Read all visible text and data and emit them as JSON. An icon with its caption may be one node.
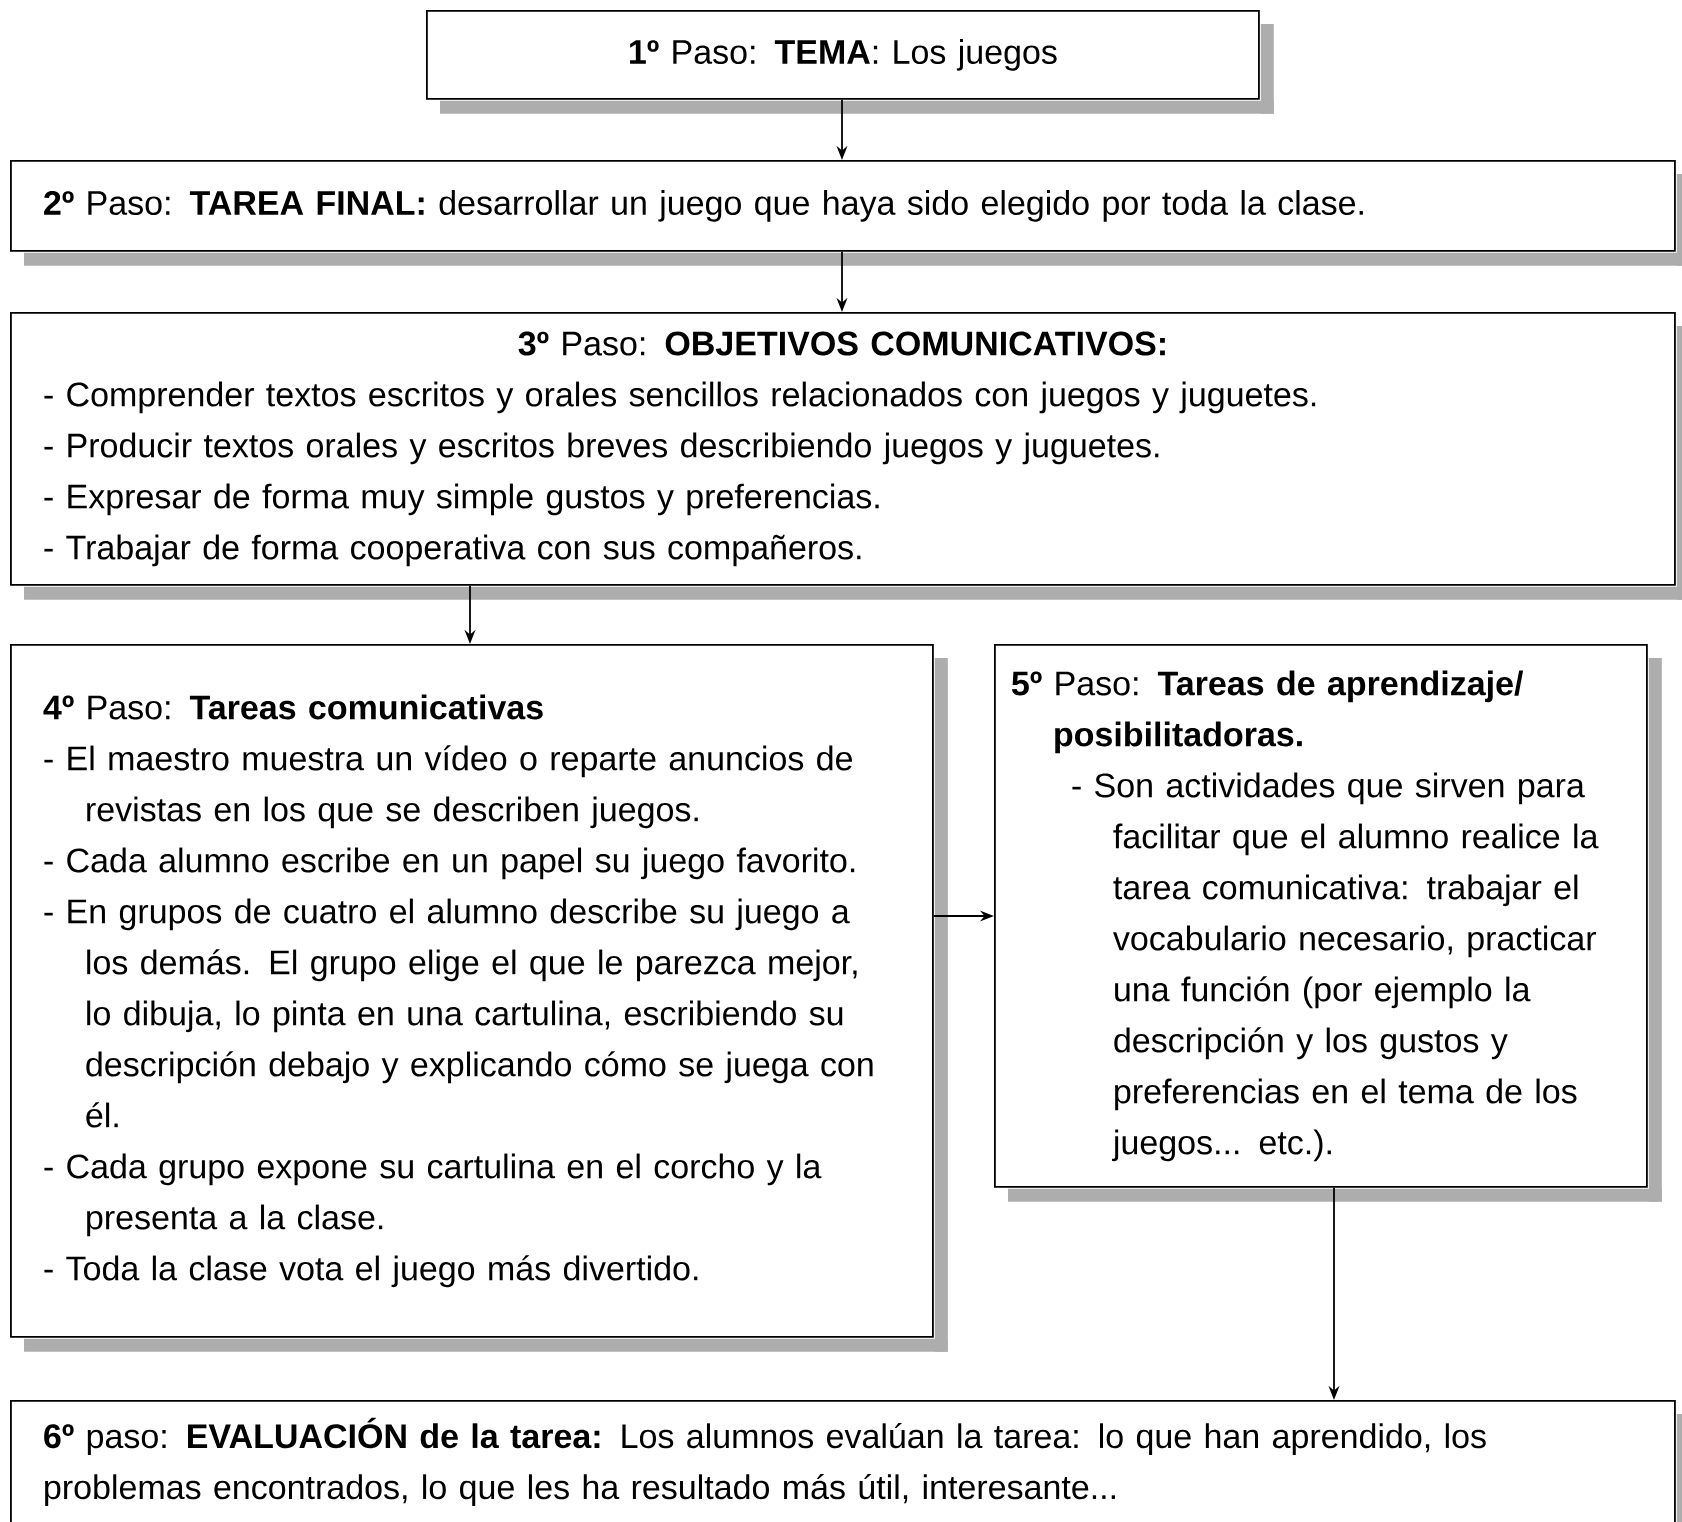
{
  "diagram": {
    "nodes": [
      {
        "text": [
          "**1º** Paso: **TEMA**: Los juegos"
        ]
      },
      {
        "text": [
          "**2º** Paso: **TAREA FINAL:** desarrollar un juego que haya sido elegido por toda la clase."
        ]
      },
      {
        "text": [
          "**3º** Paso: **OBJETIVOS COMUNICATIVOS:**",
          "- Comprender textos escritos y orales sencillos relacionados con juegos y juguetes.",
          "- Producir textos orales y escritos breves describiendo juegos y juguetes.",
          "- Expresar de forma muy simple gustos y preferencias.",
          "- Trabajar de forma cooperativa con sus compañeros."
        ]
      },
      {
        "text": [
          "**4º** Paso: **Tareas comunicativas**",
          "- El maestro muestra un vídeo o reparte anuncios de revistas en los que se describen juegos.",
          "- Cada alumno escribe en un papel su juego favorito.",
          "- En grupos de cuatro el alumno describe su juego a los demás. El grupo elige el que le parezca mejor, lo dibuja, lo pinta en una cartulina, escribiendo su descripción debajo y explicando cómo se juega con él.",
          "- Cada grupo expone su cartulina en el corcho y la presenta a la clase.",
          "- Toda la clase vota el juego más divertido."
        ]
      },
      {
        "text": [
          "**5º** Paso: **Tareas de aprendizaje/ posibilitadoras.**",
          "- Son actividades que sirven para facilitar que el alumno realice la tarea comunicativa: trabajar el vocabulario necesario, practicar una función (por ejemplo la descripción y los gustos y preferencias en el tema de los juegos... etc.)."
        ]
      },
      {
        "text": [
          "**6º** paso: **EVALUACIÓN de la tarea:** Los alumnos evalúan la tarea: lo que han aprendido, los problemas encontrados, lo que les ha resultado más útil, interesante..."
        ]
      }
    ],
    "edges": [
      {
        "from": 0,
        "to": 1,
        "arrow": "to"
      },
      {
        "from": 1,
        "to": 2,
        "arrow": "to"
      },
      {
        "from": 2,
        "to": 3,
        "arrow": "to"
      },
      {
        "from": 3,
        "to": 4,
        "arrow": "to"
      },
      {
        "from": 4,
        "to": 5,
        "arrow": "to"
      }
    ]
  }
}
